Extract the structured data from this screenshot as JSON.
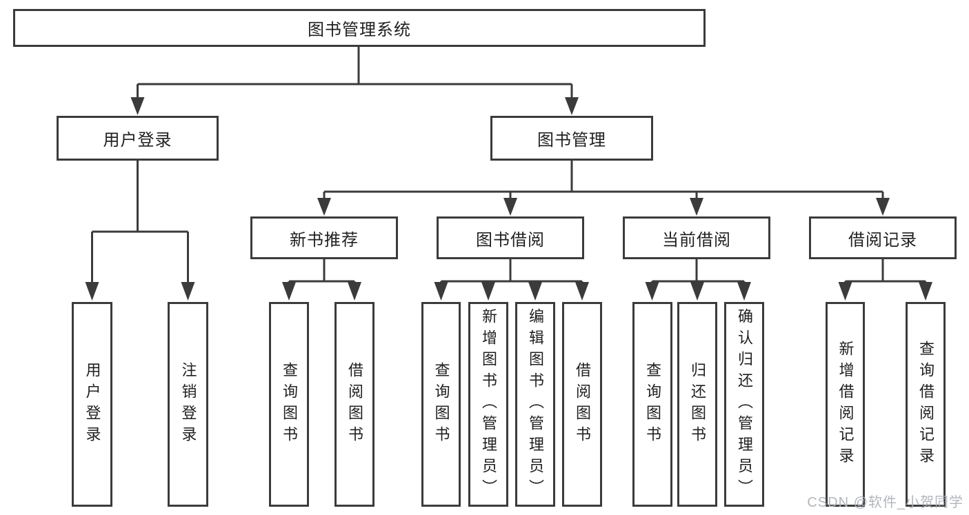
{
  "tree": {
    "label": "图书管理系统",
    "children": [
      {
        "label": "用户登录",
        "children": [
          {
            "label": "用户登录"
          },
          {
            "label": "注销登录"
          }
        ]
      },
      {
        "label": "图书管理",
        "children": [
          {
            "label": "新书推荐",
            "children": [
              {
                "label": "查询图书"
              },
              {
                "label": "借阅图书"
              }
            ]
          },
          {
            "label": "图书借阅",
            "children": [
              {
                "label": "查询图书"
              },
              {
                "label": "新增图书（管理员）"
              },
              {
                "label": "编辑图书（管理员）"
              },
              {
                "label": "借阅图书"
              }
            ]
          },
          {
            "label": "当前借阅",
            "children": [
              {
                "label": "查询图书"
              },
              {
                "label": "归还图书"
              },
              {
                "label": "确认归还（管理员）"
              }
            ]
          },
          {
            "label": "借阅记录",
            "children": [
              {
                "label": "新增借阅记录"
              },
              {
                "label": "查询借阅记录"
              }
            ]
          }
        ]
      }
    ]
  },
  "watermark": {
    "text": "CSDN @软件_小贺同学"
  },
  "colors": {
    "line_color": "#3b3b3b",
    "text_color": "#1f1f1f",
    "watermark_color": "#aeb3ba",
    "background_color": "#ffffff"
  }
}
